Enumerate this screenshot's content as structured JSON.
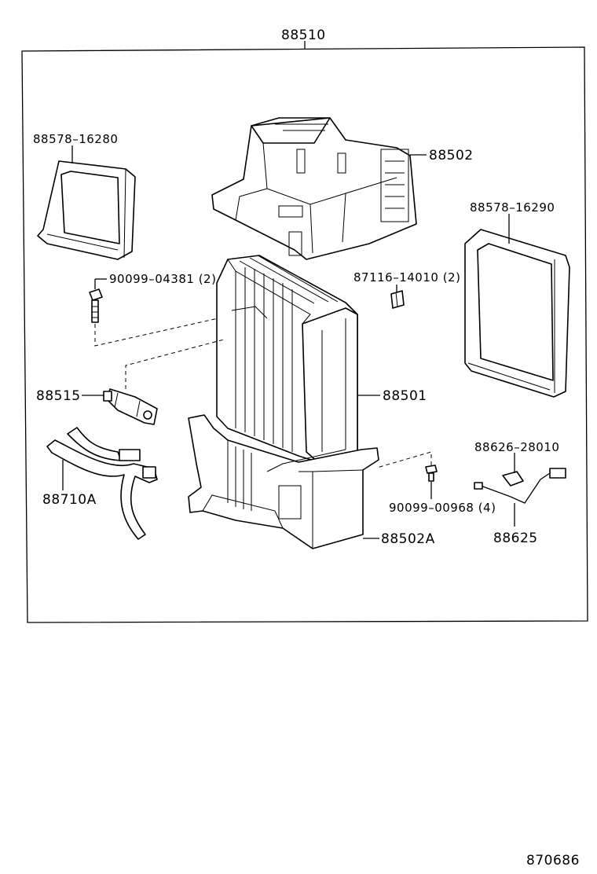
{
  "labels": {
    "assembly": "88510",
    "frame_left": "88578–16280",
    "case_upper": "88502",
    "frame_right": "88578–16290",
    "bolt": "90099–04381 (2)",
    "clip": "87116–14010 (2)",
    "expansion_valve": "88515",
    "evaporator": "88501",
    "sensor_bracket": "88626–28010",
    "pipe": "88710A",
    "screw": "90099–00968 (4)",
    "case_lower": "88502A",
    "thermistor": "88625",
    "diagram_number": "870686"
  },
  "icons": {
    "upper_case": "upper-case-icon",
    "frame_left": "seal-frame-left-icon",
    "frame_right": "seal-frame-right-icon",
    "evaporator": "evaporator-core-icon",
    "lower_case": "lower-case-icon",
    "valve": "expansion-valve-icon",
    "pipe": "tube-pipe-icon",
    "bolt": "bolt-icon",
    "clip": "clip-icon",
    "screw": "screw-icon",
    "thermistor": "thermistor-icon"
  }
}
